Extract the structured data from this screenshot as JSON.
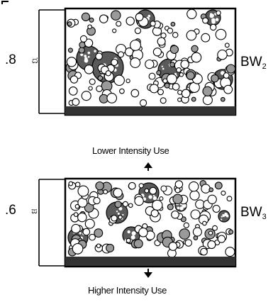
{
  "panel_top": {
    "left_value": ".8",
    "side_mark": "ದ",
    "right_label": "BW",
    "right_sub": "2"
  },
  "panel_bottom": {
    "left_value": ".6",
    "side_mark": "ಙ",
    "right_label": "BW",
    "right_sub": "3"
  },
  "arrow_up_label": "Lower Intensity Use",
  "arrow_down_label": "Higher Intensity Use"
}
